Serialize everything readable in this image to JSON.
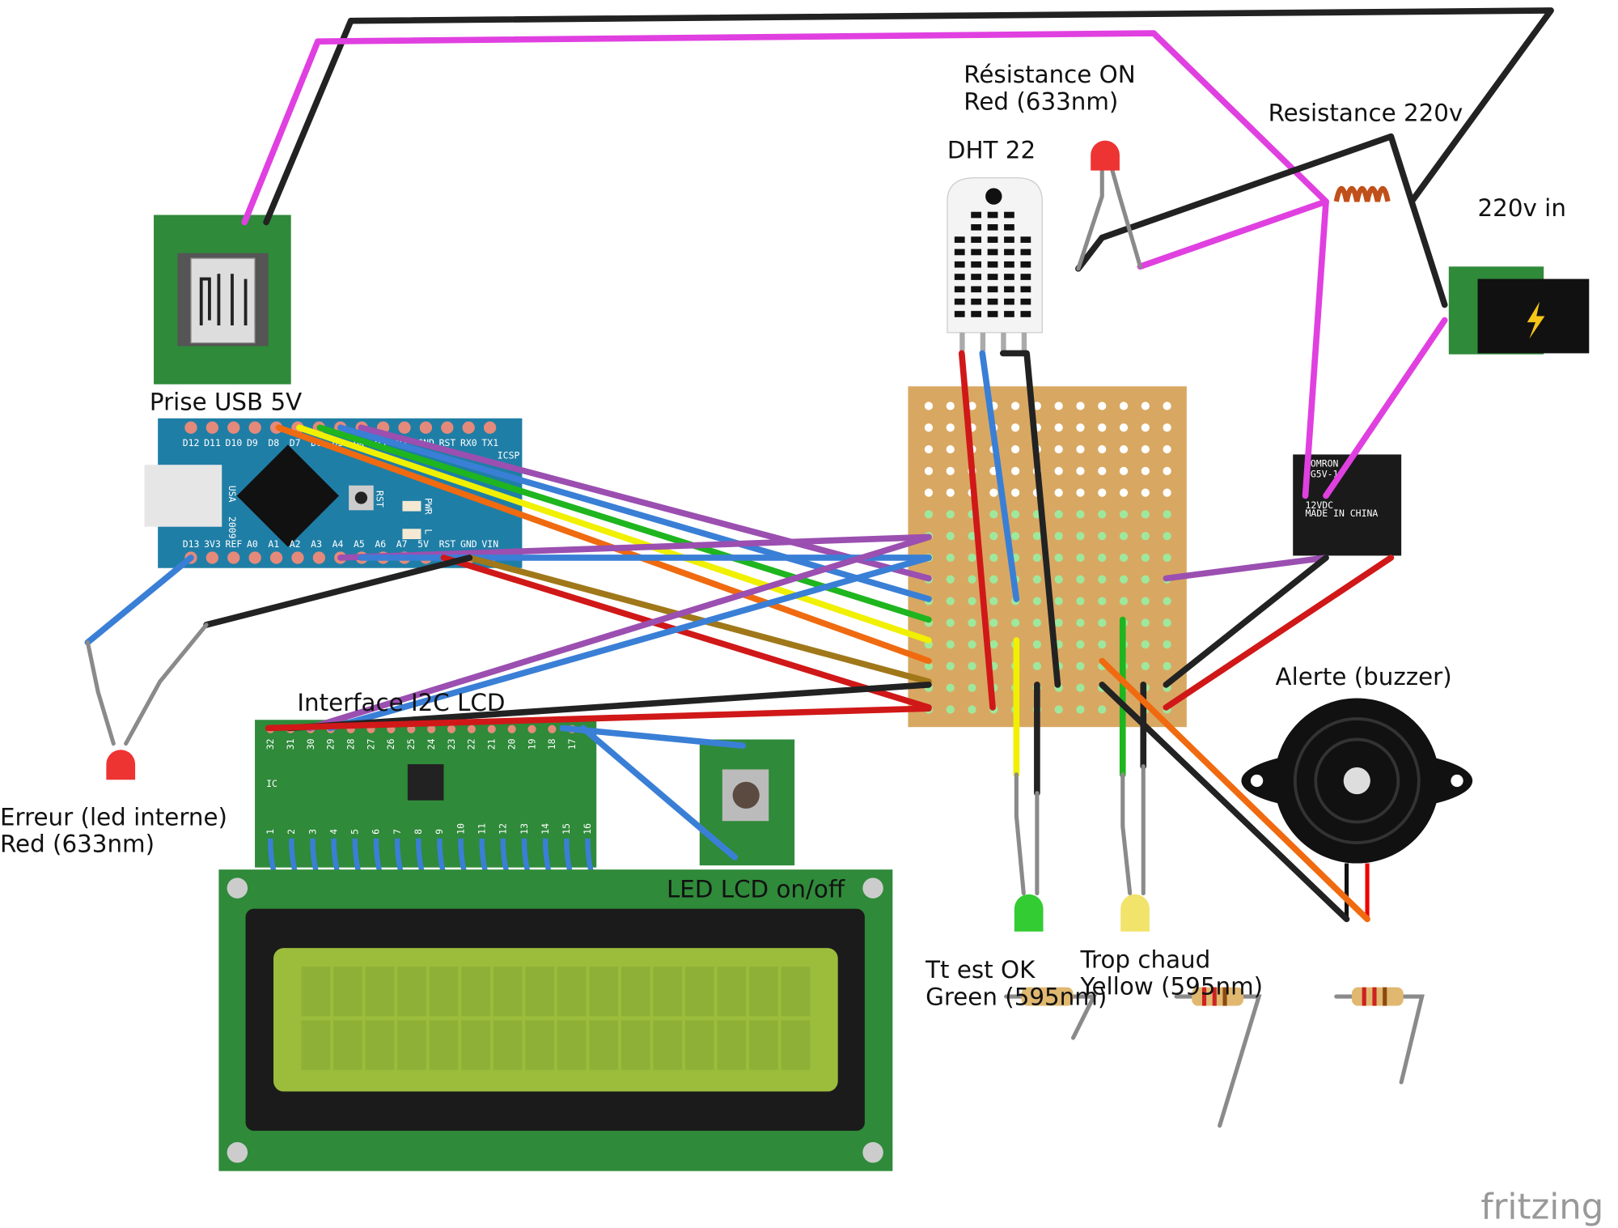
{
  "labels": {
    "resistance_on_title": "Résistance ON",
    "resistance_on_color": "Red (633nm)",
    "dht": "DHT 22",
    "resistance_220": "Resistance 220v",
    "in_220": "220v in",
    "usb": "Prise USB 5V",
    "i2c": "Interface I2C LCD",
    "erreur_title": "Erreur (led interne)",
    "erreur_color": "Red (633nm)",
    "led_lcd": "LED LCD on/off",
    "ok_title": "Tt est OK",
    "ok_color": "Green (595nm)",
    "hot_title": "Trop chaud",
    "hot_color": "Yellow (595nm)",
    "buzzer": "Alerte (buzzer)",
    "logo": "fritzing"
  },
  "arduino": {
    "top_pins": [
      "D12",
      "D11",
      "D10",
      "D9",
      "D8",
      "D7",
      "D6",
      "D5",
      "D4",
      "D3",
      "D2",
      "GND",
      "RST",
      "RX0",
      "TX1"
    ],
    "bottom_pins": [
      "D13",
      "3V3",
      "REF",
      "A0",
      "A1",
      "A2",
      "A3",
      "A4",
      "A5",
      "A6",
      "A7",
      "5V",
      "RST",
      "GND",
      "VIN"
    ],
    "side_text": [
      "USA",
      "2009"
    ],
    "icsp": "ICSP",
    "rst": "RST",
    "pwr": "PWR",
    "l": "L"
  },
  "i2c_board": {
    "top_pins": [
      "32",
      "31",
      "30",
      "29",
      "28",
      "27",
      "26",
      "25",
      "24",
      "23",
      "22",
      "21",
      "20",
      "19",
      "18",
      "17"
    ],
    "bottom_pins": [
      "1",
      "2",
      "3",
      "4",
      "5",
      "6",
      "7",
      "8",
      "9",
      "10",
      "11",
      "12",
      "13",
      "14",
      "15",
      "16"
    ],
    "chip_label": "IC"
  },
  "relay": {
    "lines": [
      "OMRON",
      "G5V-1",
      "12VDC",
      "MADE IN CHINA"
    ]
  },
  "colors": {
    "pcb_green": "#2f8a3a",
    "arduino_blue": "#1f7ea6",
    "perfboard": "#d8a862",
    "lcd_screen": "#9cbc3c",
    "magenta": "#e040e0"
  }
}
